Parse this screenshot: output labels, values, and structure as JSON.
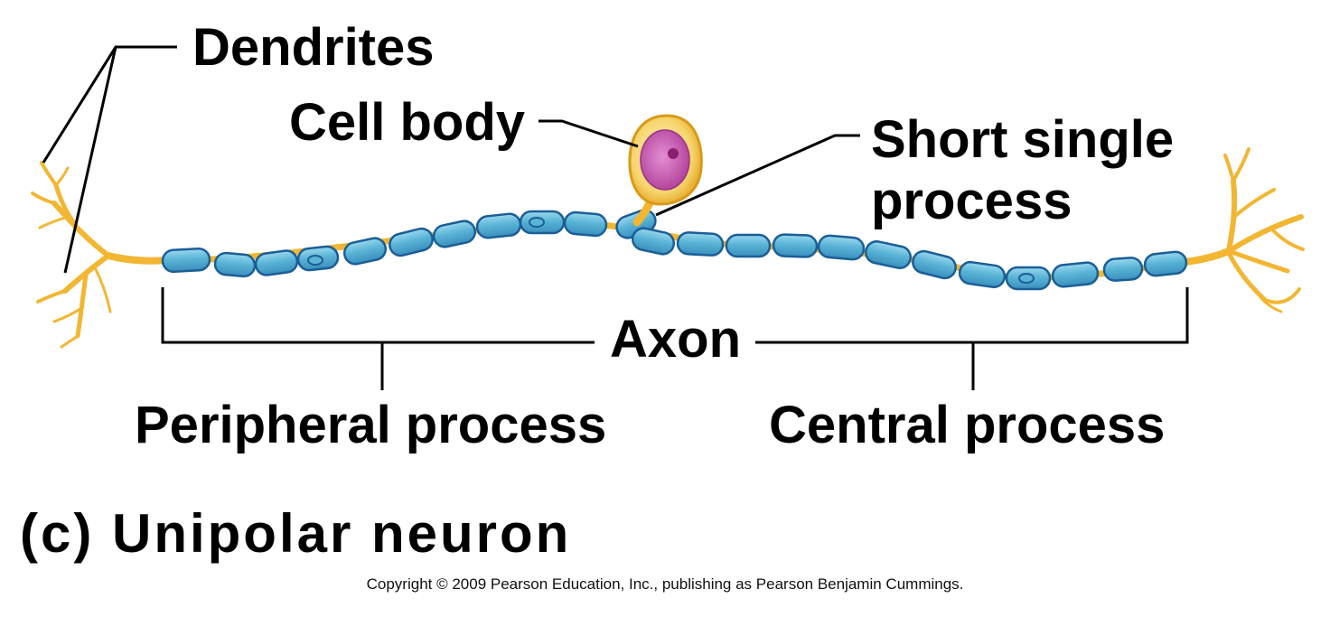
{
  "labels": {
    "dendrites": "Dendrites",
    "cell_body": "Cell body",
    "short_single_process_line1": "Short single",
    "short_single_process_line2": "process",
    "axon": "Axon",
    "peripheral_process": "Peripheral process",
    "central_process": "Central process"
  },
  "figure_title": "(c) Unipolar neuron",
  "copyright": "Copyright © 2009 Pearson Education, Inc., publishing as Pearson Benjamin Cummings.",
  "colors": {
    "myelin_fill": "#5ab4d6",
    "myelin_stroke": "#1b5e96",
    "axon_yellow": "#f2b632",
    "cell_body_fill": "#f7dc82",
    "nucleus": "#c04aa6",
    "leader_line": "#000000"
  }
}
